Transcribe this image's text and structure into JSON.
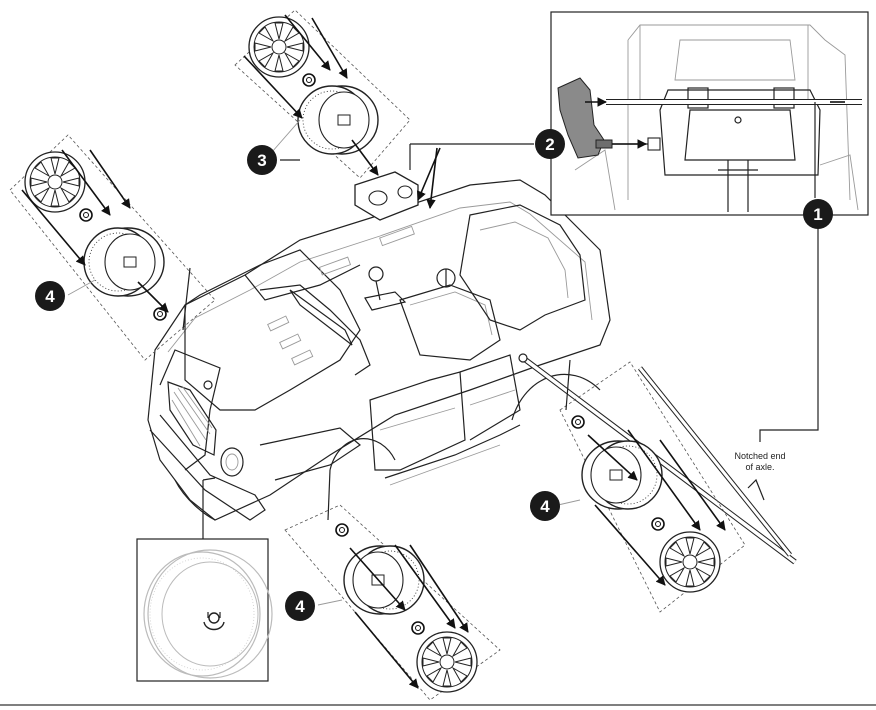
{
  "diagram": {
    "step_badges": [
      {
        "id": "step-1",
        "label": "1"
      },
      {
        "id": "step-2",
        "label": "2"
      },
      {
        "id": "step-3",
        "label": "3"
      },
      {
        "id": "step-4a",
        "label": "4"
      },
      {
        "id": "step-4b",
        "label": "4"
      },
      {
        "id": "step-4c",
        "label": "4"
      }
    ],
    "annotation": {
      "line1": "Notched end",
      "line2": "of axle."
    },
    "colors": {
      "line": "#222222",
      "light_line": "#9a9a9a",
      "badge_fill": "#1a1a1a",
      "gearbox": "#8a8a8a"
    },
    "icons": [
      "wheel-icon",
      "hubcap-icon",
      "washer-icon",
      "cap-nut-icon",
      "gearbox-icon",
      "axle-icon"
    ]
  }
}
